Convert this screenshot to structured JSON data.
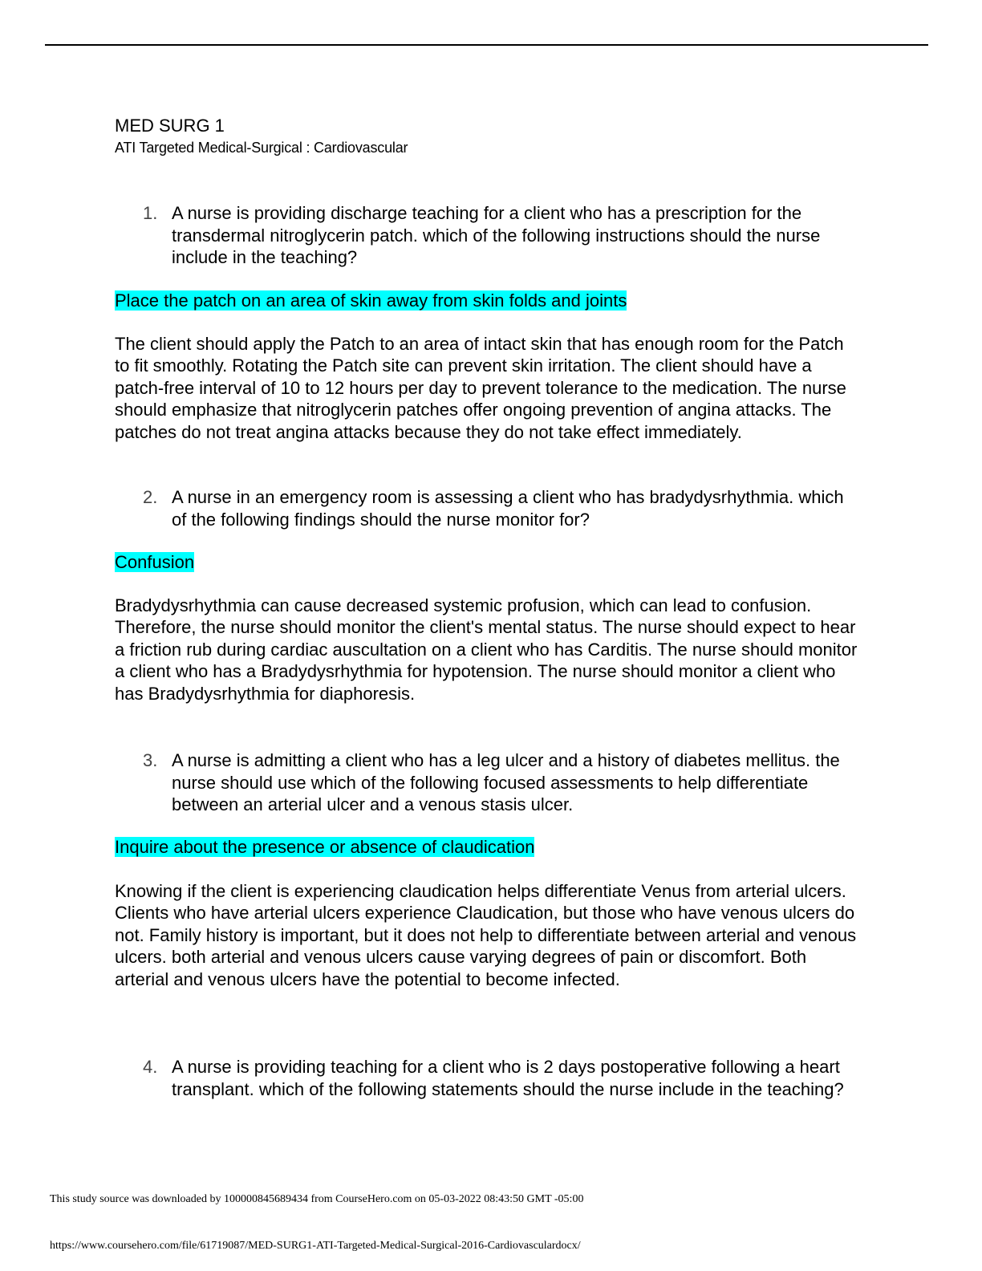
{
  "header": {
    "title": "MED SURG 1",
    "subtitle": "ATI Targeted Medical-Surgical : Cardiovascular"
  },
  "questions": [
    {
      "number": "1.",
      "text": "A nurse is providing discharge teaching for a client who has a prescription for the transdermal nitroglycerin patch. which of the following instructions should the nurse include in the teaching?",
      "answer": "Place the patch on an area of skin away from skin folds and joints",
      "explanation": "The client should apply the Patch to an area of intact skin that has enough room for the Patch to fit smoothly. Rotating the Patch site can prevent skin irritation. The client should have a patch-free interval of 10 to 12 hours per day to prevent tolerance to the medication. The nurse should emphasize that nitroglycerin patches offer ongoing prevention of angina attacks. The patches do not treat angina attacks because they do not take effect immediately."
    },
    {
      "number": "2.",
      "text": "A nurse in an emergency room is assessing a client who has bradydysrhythmia. which of the following findings should the nurse monitor for?",
      "answer": "Confusion",
      "explanation": "Bradydysrhythmia can cause decreased systemic profusion, which can lead to confusion. Therefore, the nurse should monitor the client's mental status. The nurse should expect to hear a friction rub during cardiac auscultation on a client who has Carditis. The nurse should monitor a client who has a Bradydysrhythmia for hypotension. The nurse should monitor a client who has Bradydysrhythmia for diaphoresis."
    },
    {
      "number": "3.",
      "text": "A nurse is admitting a client who has a leg ulcer and a history of diabetes mellitus. the nurse should use which of the following focused assessments to help differentiate between an arterial ulcer and a venous stasis ulcer.",
      "answer": "Inquire about the presence or absence of claudication",
      "explanation": "Knowing if the client is experiencing claudication helps differentiate Venus from arterial ulcers. Clients who have arterial ulcers experience Claudication, but those who have venous ulcers do not. Family history is important, but it does not help to differentiate between arterial and venous ulcers. both arterial and venous ulcers cause varying degrees of pain or discomfort. Both arterial and venous ulcers have the potential to become infected."
    },
    {
      "number": "4.",
      "text": "A nurse is providing teaching for a client who is 2 days postoperative following a heart transplant. which of the following statements should the nurse include in the teaching?"
    }
  ],
  "footer": {
    "source_line": "This study source was downloaded by 100000845689434 from CourseHero.com on 05-03-2022 08:43:50 GMT -05:00",
    "url": "https://www.coursehero.com/file/61719087/MED-SURG1-ATI-Targeted-Medical-Surgical-2016-Cardiovasculardocx/"
  }
}
